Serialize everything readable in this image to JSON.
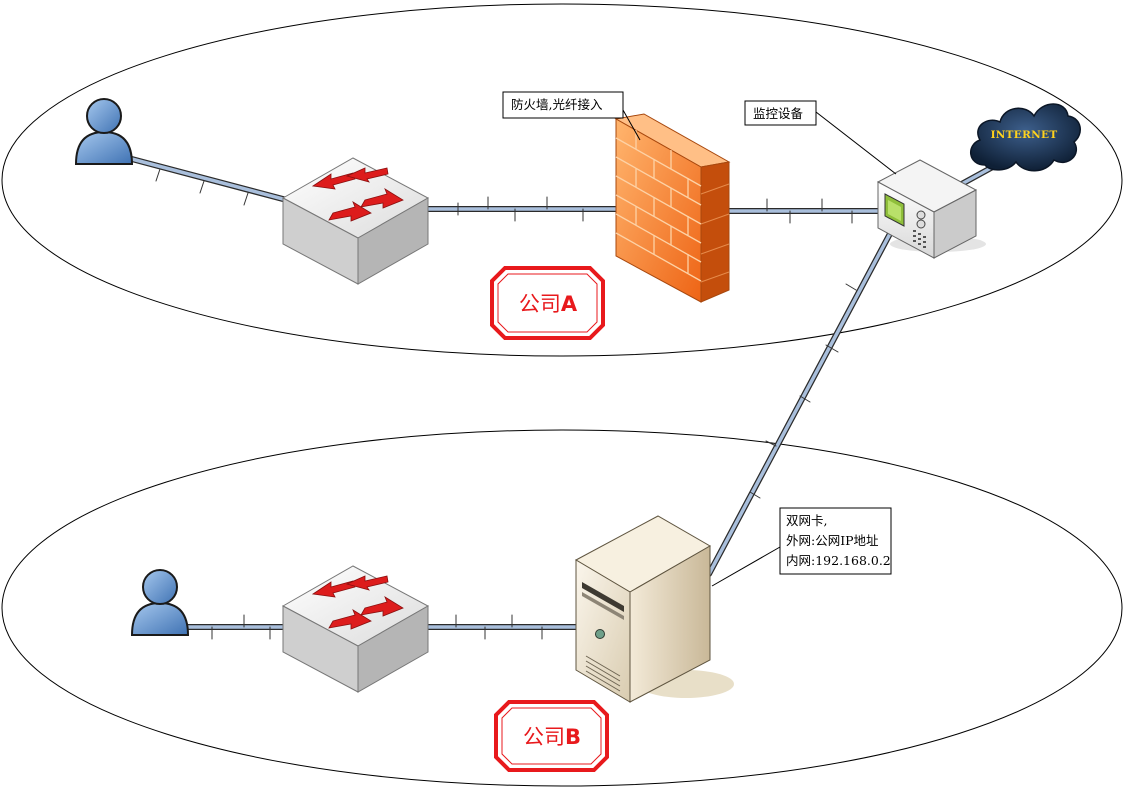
{
  "labels": {
    "firewall_note": "防火墙,光纤接入",
    "monitor_note": "监控设备",
    "internet": "INTERNET",
    "company_a": {
      "prefix": "公司",
      "letter": "A"
    },
    "company_b": {
      "prefix": "公司",
      "letter": "B"
    },
    "server_note": [
      "双网卡,",
      "外网:公网IP地址",
      "内网:192.168.0.2"
    ]
  },
  "icons": {
    "user": "user-icon",
    "switch": "network-switch-icon",
    "firewall": "firewall-brick-wall-icon",
    "monitor": "monitoring-device-icon",
    "cloud": "internet-cloud-icon",
    "server": "tower-server-icon"
  },
  "colors": {
    "badge_red": "#e8191c",
    "cable": "#a9bfdc",
    "firewall_orange": "#f07a2c",
    "cloud": "#1c3350",
    "internet_text": "#ffd21c",
    "user_blue": "#6d9fd6",
    "switch_arrow": "#dd1c1c"
  }
}
